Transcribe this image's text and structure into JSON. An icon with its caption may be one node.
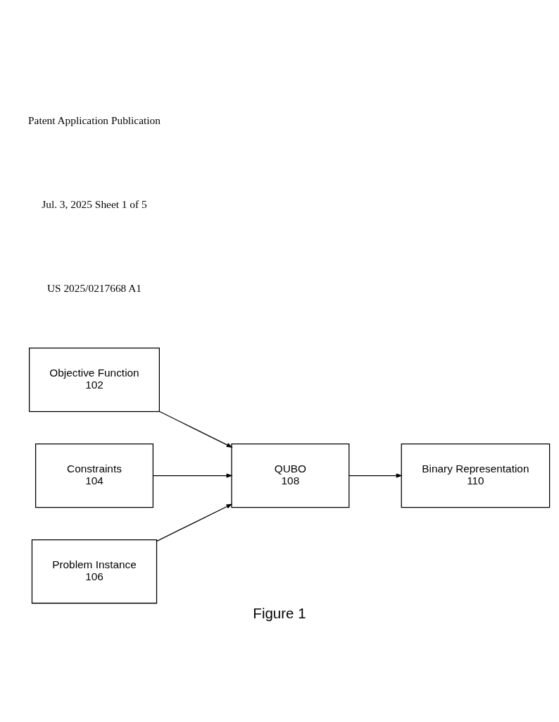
{
  "diagram": {
    "caption": "Figure 1",
    "nodes": [
      {
        "text": [
          "Objective Function",
          "102"
        ]
      },
      {
        "text": [
          "Constraints",
          "104"
        ]
      },
      {
        "text": [
          "Problem Instance",
          "106"
        ]
      },
      {
        "text": [
          "QUBO",
          "108"
        ]
      },
      {
        "text": [
          "Binary Representation",
          "110"
        ]
      }
    ],
    "edges": [
      {
        "from": 0,
        "to": 3,
        "arrow": "to"
      },
      {
        "from": 1,
        "to": 3,
        "arrow": "to"
      },
      {
        "from": 2,
        "to": 3,
        "arrow": "to"
      },
      {
        "from": 3,
        "to": 4,
        "arrow": "to"
      }
    ],
    "labels": [
      "Patent Application Publication",
      "Jul. 3, 2025 Sheet 1 of 5",
      "US 2025/0217668 A1"
    ]
  }
}
